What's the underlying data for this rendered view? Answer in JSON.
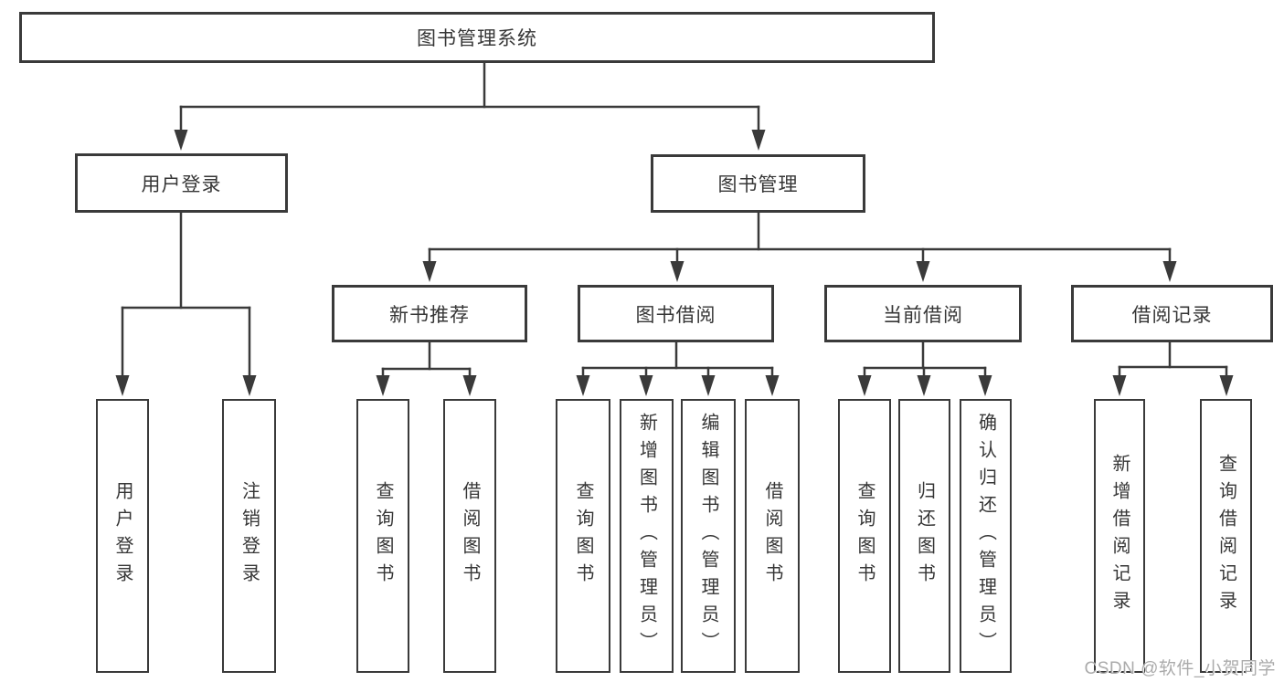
{
  "tree": {
    "root": {
      "label": "图书管理系统"
    },
    "level2": [
      {
        "label": "用户登录"
      },
      {
        "label": "图书管理"
      }
    ],
    "level3": [
      {
        "label": "新书推荐"
      },
      {
        "label": "图书借阅"
      },
      {
        "label": "当前借阅"
      },
      {
        "label": "借阅记录"
      }
    ],
    "leaves": {
      "user_login": [
        "用户登录",
        "注销登录"
      ],
      "new_books": [
        "查询图书",
        "借阅图书"
      ],
      "book_borrow": [
        "查询图书",
        "新增图书（管理员）",
        "编辑图书（管理员）",
        "借阅图书"
      ],
      "current_borrow": [
        "查询图书",
        "归还图书",
        "确认归还（管理员）"
      ],
      "borrow_records": [
        "新增借阅记录",
        "查询借阅记录"
      ]
    }
  },
  "watermark": {
    "text": "CSDN @软件_小贺同学"
  },
  "colors": {
    "line": "#3a3a3a",
    "text": "#363636",
    "box_fill": "#ffffff",
    "background": "#ffffff",
    "watermark": "#ababab"
  }
}
